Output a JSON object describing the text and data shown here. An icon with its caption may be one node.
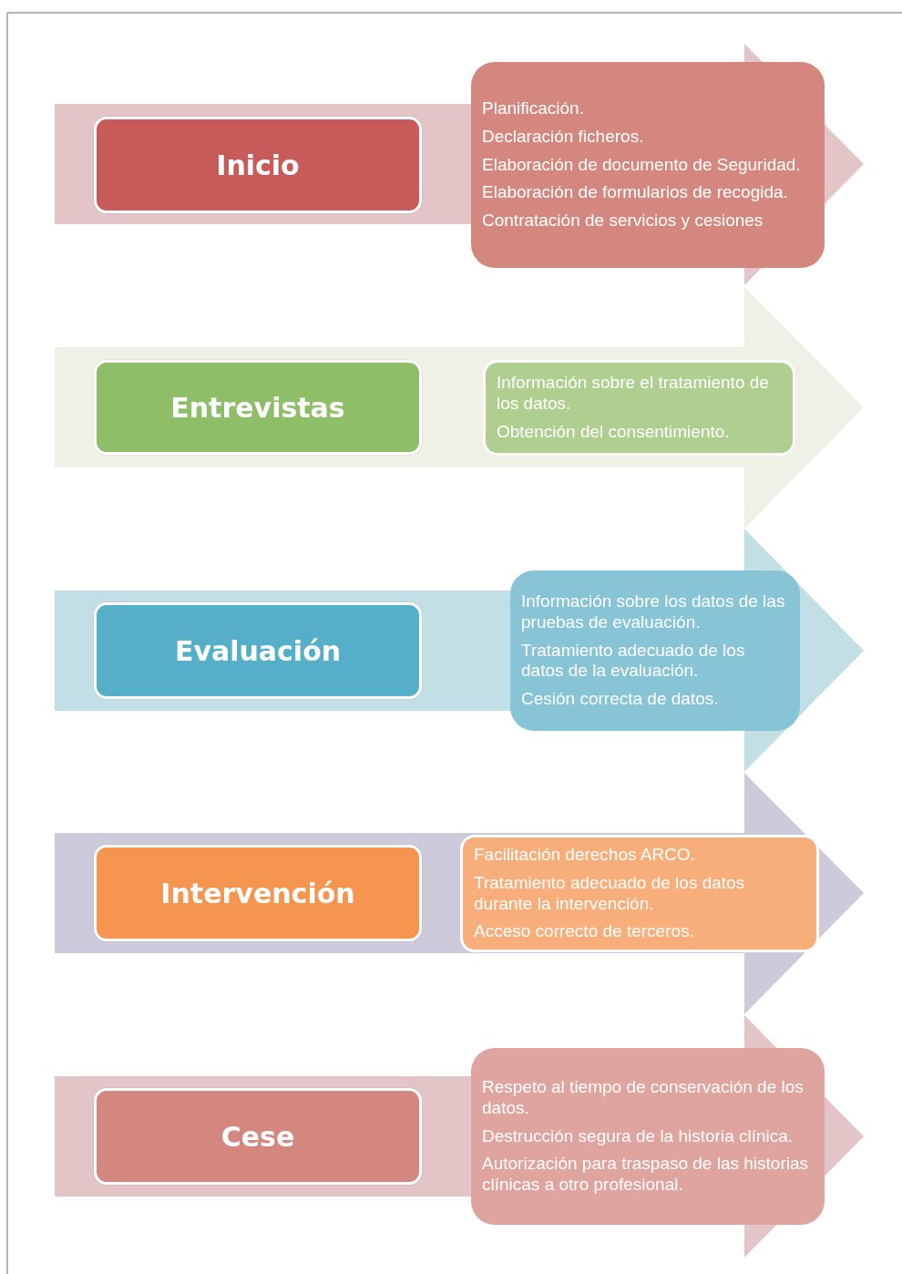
{
  "diagram": {
    "nodes": [
      {
        "text": [
          "Inicio"
        ]
      },
      {
        "text": [
          "Planificación.",
          "Declaración ficheros.",
          "Elaboración de documento de Seguridad.",
          "Elaboración de formularios de recogida.",
          "Contratación de servicios y cesiones"
        ]
      },
      {
        "text": [
          "Entrevistas"
        ]
      },
      {
        "text": [
          "Información sobre el tratamiento de los datos.",
          "Obtención del consentimiento."
        ]
      },
      {
        "text": [
          "Evaluación"
        ]
      },
      {
        "text": [
          "Información sobre los datos de las pruebas de evaluación.",
          "Tratamiento adecuado de los datos de la evaluación.",
          "Cesión correcta de datos."
        ]
      },
      {
        "text": [
          "Intervención"
        ]
      },
      {
        "text": [
          "Facilitación derechos ARCO.",
          "Tratamiento adecuado de los datos durante la intervención.",
          "Acceso correcto de terceros."
        ]
      },
      {
        "text": [
          "Cese"
        ]
      },
      {
        "text": [
          "Respeto al tiempo de conservación de los datos.",
          "Destrucción segura de la historia clínica.",
          "Autorización para traspaso de las historias clínicas a otro profesional."
        ]
      }
    ]
  }
}
